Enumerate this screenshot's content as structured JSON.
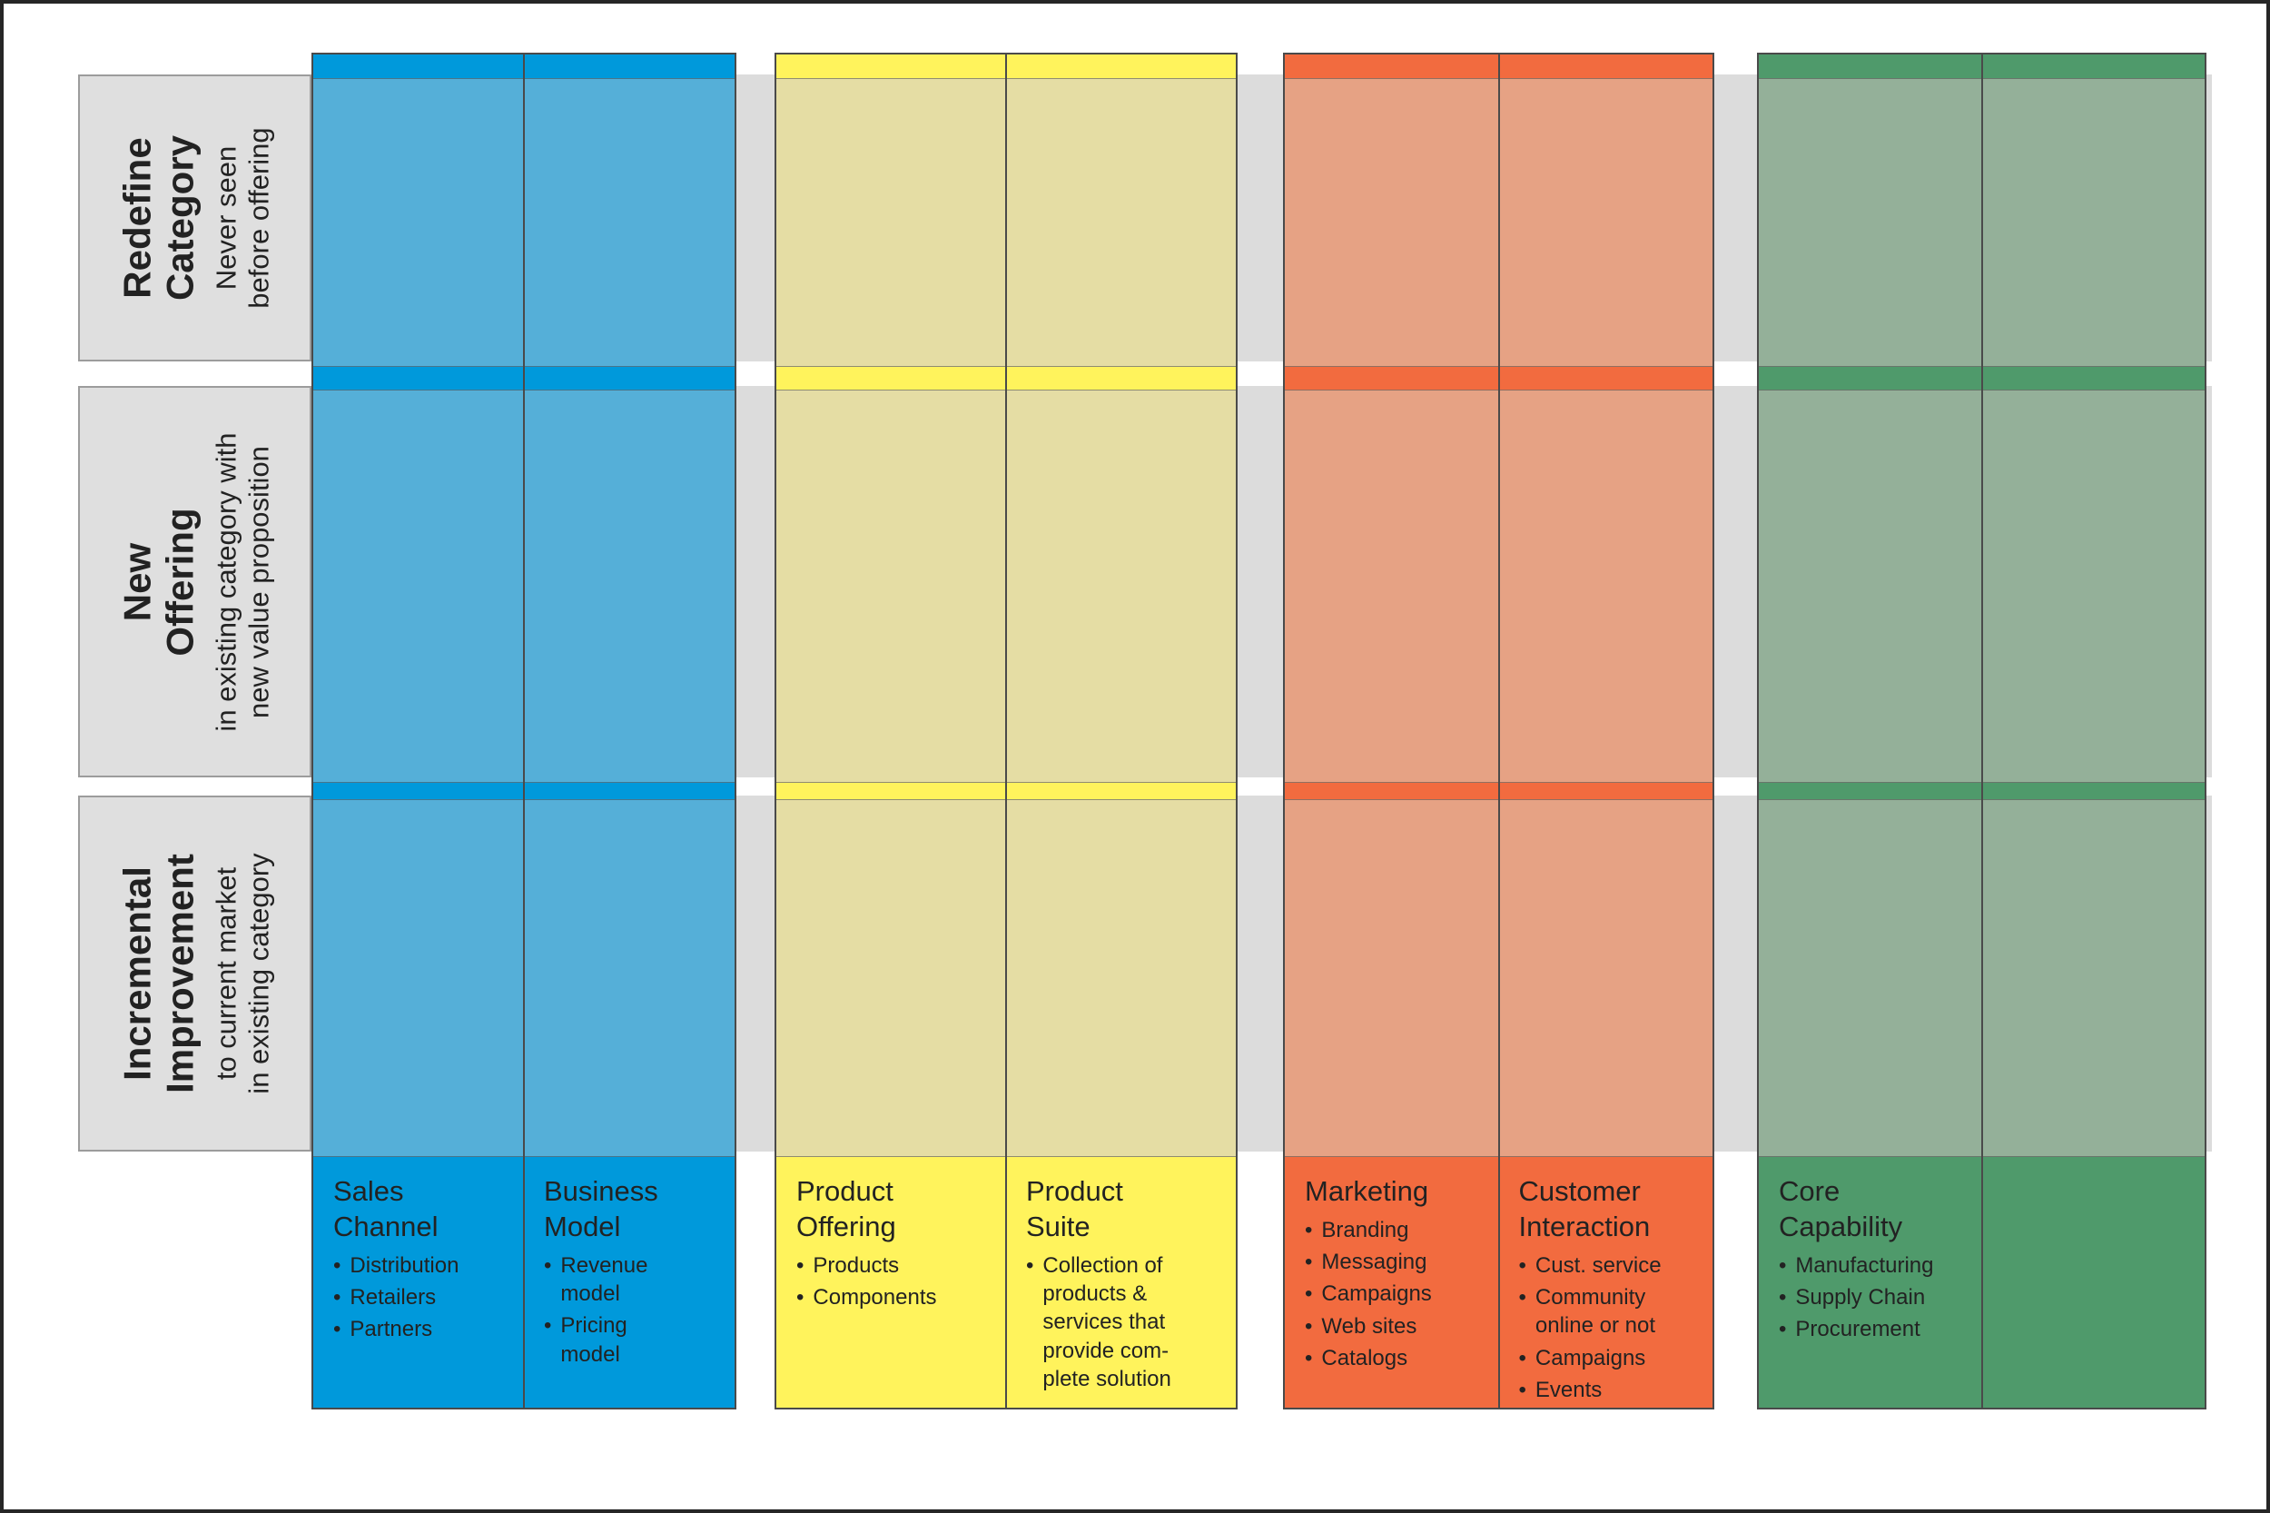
{
  "bullet_char": "•",
  "colors": {
    "band_gray": "#dcdcdc",
    "label_box_bg": "#dfdfdf",
    "blue_sat": "#0099db",
    "blue_muted": "#55afd8",
    "yellow_sat": "#fff35c",
    "yellow_muted": "#e5dda4",
    "orange_sat": "#f26b3f",
    "orange_muted": "#e6a284",
    "green_sat": "#4f9a6b",
    "green_muted": "#94b099"
  },
  "rows": [
    {
      "title": "Redefine\nCategory",
      "subtitle": "Never seen\nbefore offering"
    },
    {
      "title": "New\nOffering",
      "subtitle": "in existing category with\nnew value proposition"
    },
    {
      "title": "Incremental\nImprovement",
      "subtitle": "to current market\nin existing category"
    }
  ],
  "groups": [
    {
      "name": "sales-business",
      "columns": [
        {
          "title": "Sales\nChannel",
          "bullets": [
            "Distribution",
            "Retailers",
            "Partners"
          ]
        },
        {
          "title": "Business\nModel",
          "bullets": [
            "Revenue\nmodel",
            "Pricing\nmodel"
          ]
        }
      ]
    },
    {
      "name": "product",
      "columns": [
        {
          "title": "Product\nOffering",
          "bullets": [
            "Products",
            "Components"
          ]
        },
        {
          "title": "Product\nSuite",
          "bullets": [
            "Collection of\nproducts &\nservices that\nprovide com-\nplete solution"
          ]
        }
      ]
    },
    {
      "name": "marketing-customer",
      "columns": [
        {
          "title": "Marketing",
          "bullets": [
            "Branding",
            "Messaging",
            "Campaigns",
            "Web sites",
            "Catalogs"
          ]
        },
        {
          "title": "Customer\nInteraction",
          "bullets": [
            "Cust. service",
            "Community\nonline or not",
            "Campaigns",
            "Events"
          ]
        }
      ]
    },
    {
      "name": "core-capability",
      "columns": [
        {
          "title": "Core\nCapability",
          "bullets": [
            "Manufacturing",
            "Supply Chain",
            "Procurement"
          ]
        },
        {
          "title": "",
          "bullets": []
        }
      ]
    }
  ]
}
